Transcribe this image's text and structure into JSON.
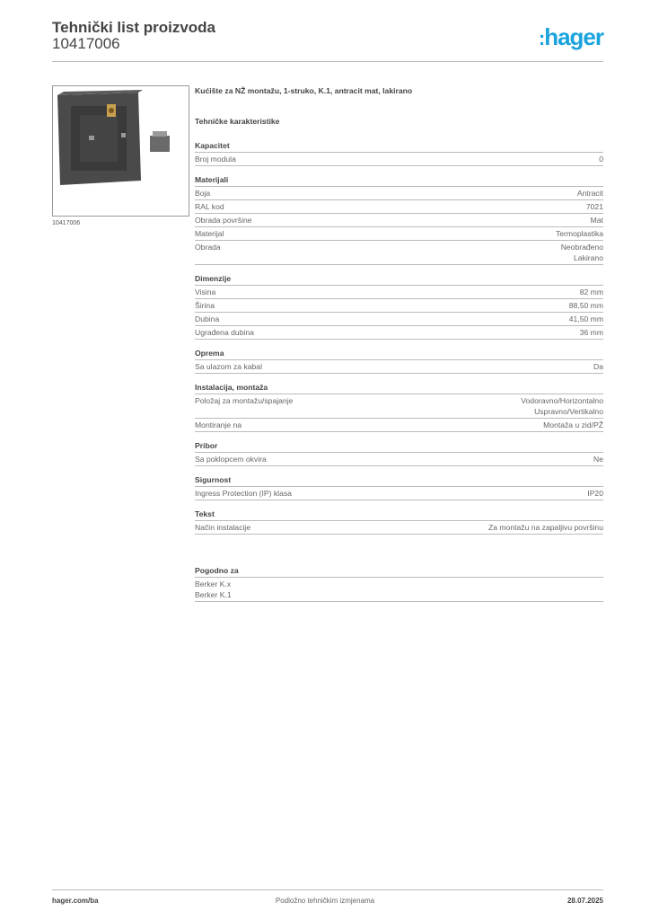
{
  "header": {
    "title": "Tehnički list proizvoda",
    "product_code": "10417006",
    "logo": "hager"
  },
  "image": {
    "caption": "10417006"
  },
  "product": {
    "description": "Kućište za NŽ montažu, 1-struko, K.1, antracit mat, lakirano",
    "section_title": "Tehničke karakteristike"
  },
  "sections": [
    {
      "title": "Kapacitet",
      "rows": [
        {
          "label": "Broj modula",
          "value": "0"
        }
      ]
    },
    {
      "title": "Materijali",
      "rows": [
        {
          "label": "Boja",
          "value": "Antracit"
        },
        {
          "label": "RAL kod",
          "value": "7021"
        },
        {
          "label": "Obrada površine",
          "value": "Mat"
        },
        {
          "label": "Materijal",
          "value": "Termoplastika"
        },
        {
          "label": "Obrada",
          "value": "Neobrađeno",
          "value2": "Lakirano"
        }
      ]
    },
    {
      "title": "Dimenzije",
      "rows": [
        {
          "label": "Visina",
          "value": "82 mm"
        },
        {
          "label": "Širina",
          "value": "88,50 mm"
        },
        {
          "label": "Dubina",
          "value": "41,50 mm"
        },
        {
          "label": "Ugrađena dubina",
          "value": "36 mm"
        }
      ]
    },
    {
      "title": "Oprema",
      "rows": [
        {
          "label": "Sa ulazom za kabal",
          "value": "Da"
        }
      ]
    },
    {
      "title": "Instalacija, montaža",
      "rows": [
        {
          "label": "Položaj za montažu/spajanje",
          "value": "Vodoravno/Horizontalno",
          "value2": "Uspravno/Vertikalno"
        },
        {
          "label": "Montiranje na",
          "value": "Montaža u zid/PŽ"
        }
      ]
    },
    {
      "title": "Pribor",
      "rows": [
        {
          "label": "Sa poklopcem okvira",
          "value": "Ne"
        }
      ]
    },
    {
      "title": "Sigurnost",
      "rows": [
        {
          "label": "Ingress Protection (IP) klasa",
          "value": "IP20"
        }
      ]
    },
    {
      "title": "Tekst",
      "rows": [
        {
          "label": "Način instalacije",
          "value": "Za montažu na zapaljivu površinu"
        }
      ]
    }
  ],
  "compatible": {
    "title": "Pogodno za",
    "items": [
      "Berker K.x",
      "Berker K.1"
    ]
  },
  "footer": {
    "website": "hager.com/ba",
    "note": "Podložno tehničkim izmjenama",
    "date": "28.07.2025"
  }
}
